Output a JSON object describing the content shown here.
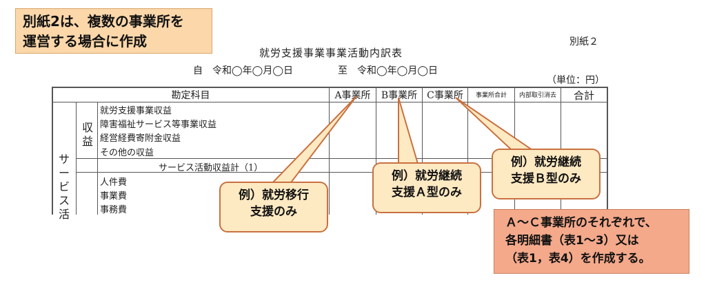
{
  "note": {
    "line1": "別紙2は、複数の事業所を",
    "line2": "運営する場合に作成"
  },
  "appendix_label": "別紙２",
  "title": "就労支援事業事業活動内訳表",
  "period": {
    "from": "自　令和◯年◯月◯日",
    "to": "至　令和◯年◯月◯日"
  },
  "unit": "（単位：円）",
  "table": {
    "headers": {
      "account": "勘定科目",
      "a": "A事業所",
      "b": "B事業所",
      "c": "C事業所",
      "sum": "事業所合計",
      "elim": "内部取引消去",
      "total": "合計"
    },
    "section_label": "サービス活",
    "income_label": "収益",
    "income_rows": [
      "就労支援事業収益",
      "障害福祉サービス等事業収益",
      "経営経費寄附金収益",
      "その他の収益"
    ],
    "income_subtotal": "サービス活動収益計（1）",
    "expense_rows": [
      "人件費",
      "事業費",
      "事務費"
    ]
  },
  "callouts": {
    "a": {
      "line1": "例）就労移行",
      "line2": "支援のみ"
    },
    "b": {
      "line1": "例）就労継続",
      "line2": "支援Ａ型のみ"
    },
    "c": {
      "line1": "例）就労継続",
      "line2": "支援Ｂ型のみ"
    }
  },
  "info": {
    "line1": "Ａ～Ｃ事業所のそれぞれで、",
    "line2": "各明細書（表1～3）又は",
    "line3": "（表1，表4）を作成する。"
  },
  "colors": {
    "note_bg": "#fbd7aa",
    "callout_bg": "#fde9c2",
    "callout_border": "#c9703f",
    "info_bg": "#f4a98b"
  }
}
